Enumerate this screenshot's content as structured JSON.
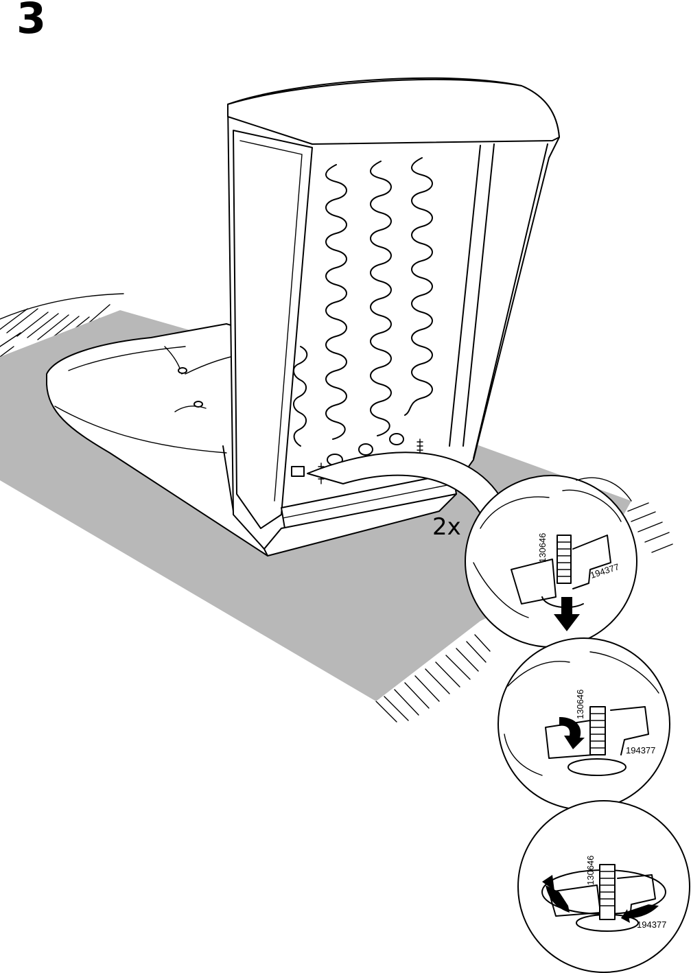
{
  "step": {
    "number": "3"
  },
  "quantity": "2x",
  "parts": {
    "bolt": "130646",
    "connector": "194377"
  },
  "colors": {
    "floor": "#b8b8b8",
    "line": "#000000",
    "paper": "#ffffff"
  },
  "icons": [
    "down-arrow-icon",
    "curved-rotate-arrow-icon",
    "rotate-arrows-icon"
  ]
}
